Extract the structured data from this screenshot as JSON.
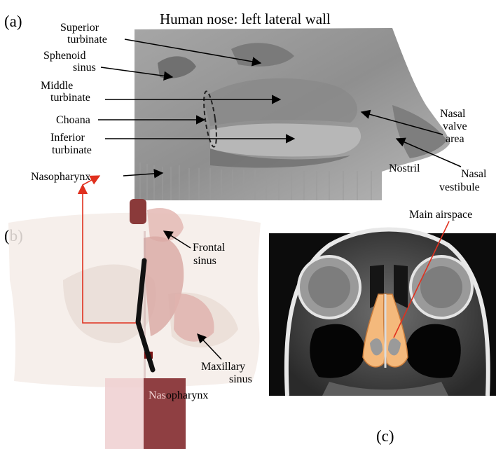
{
  "panel_a": {
    "tag": "(a)",
    "title": "Human nose: left lateral wall",
    "labels": {
      "superior_turbinate": [
        "Superior",
        "turbinate"
      ],
      "sphenoid_sinus": [
        "Sphenoid",
        "sinus"
      ],
      "middle_turbinate": [
        "Middle",
        "turbinate"
      ],
      "choana": "Choana",
      "inferior_turbinate": [
        "Inferior",
        "turbinate"
      ],
      "nasopharynx": "Nasopharynx",
      "nasal_valve_area": [
        "Nasal",
        "valve",
        "area"
      ],
      "nostril": "Nostril",
      "nasal_vestibule": [
        "Nasal",
        "vestibule"
      ]
    }
  },
  "panel_b": {
    "tag": "(b)",
    "labels": {
      "frontal_sinus": [
        "Frontal",
        "sinus"
      ],
      "maxillary_sinus": [
        "Maxillary",
        "sinus"
      ],
      "nasopharynx_prefix": "Nas",
      "nasopharynx_suffix": "opharynx"
    }
  },
  "panel_c": {
    "tag": "(c)",
    "main_airspace": "Main airspace"
  },
  "colors": {
    "arrow_red": "#e0301e",
    "airway_orange": "#f4b97c",
    "tissue_red": "#8a3a3a"
  }
}
